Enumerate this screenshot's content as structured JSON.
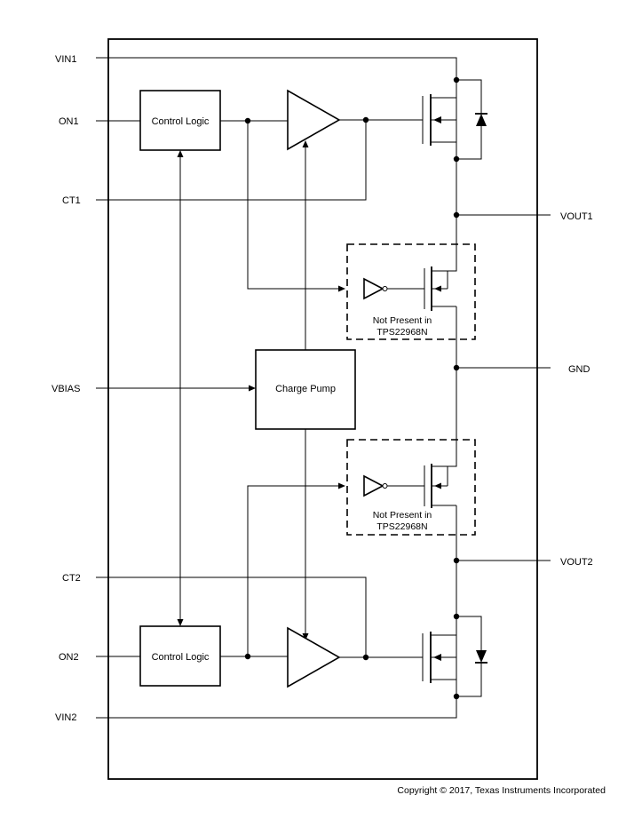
{
  "pins": {
    "vin1": "VIN1",
    "on1": "ON1",
    "ct1": "CT1",
    "vbias": "VBIAS",
    "ct2": "CT2",
    "on2": "ON2",
    "vin2": "VIN2",
    "vout1": "VOUT1",
    "gnd": "GND",
    "vout2": "VOUT2"
  },
  "blocks": {
    "control_logic_1": "Control Logic",
    "control_logic_2": "Control Logic",
    "charge_pump": "Charge Pump"
  },
  "notes": {
    "discharge_1_line1": "Not Present in",
    "discharge_1_line2": "TPS22968N",
    "discharge_2_line1": "Not Present in",
    "discharge_2_line2": "TPS22968N"
  },
  "footer": {
    "copyright": "Copyright © 2017, Texas Instruments Incorporated"
  }
}
